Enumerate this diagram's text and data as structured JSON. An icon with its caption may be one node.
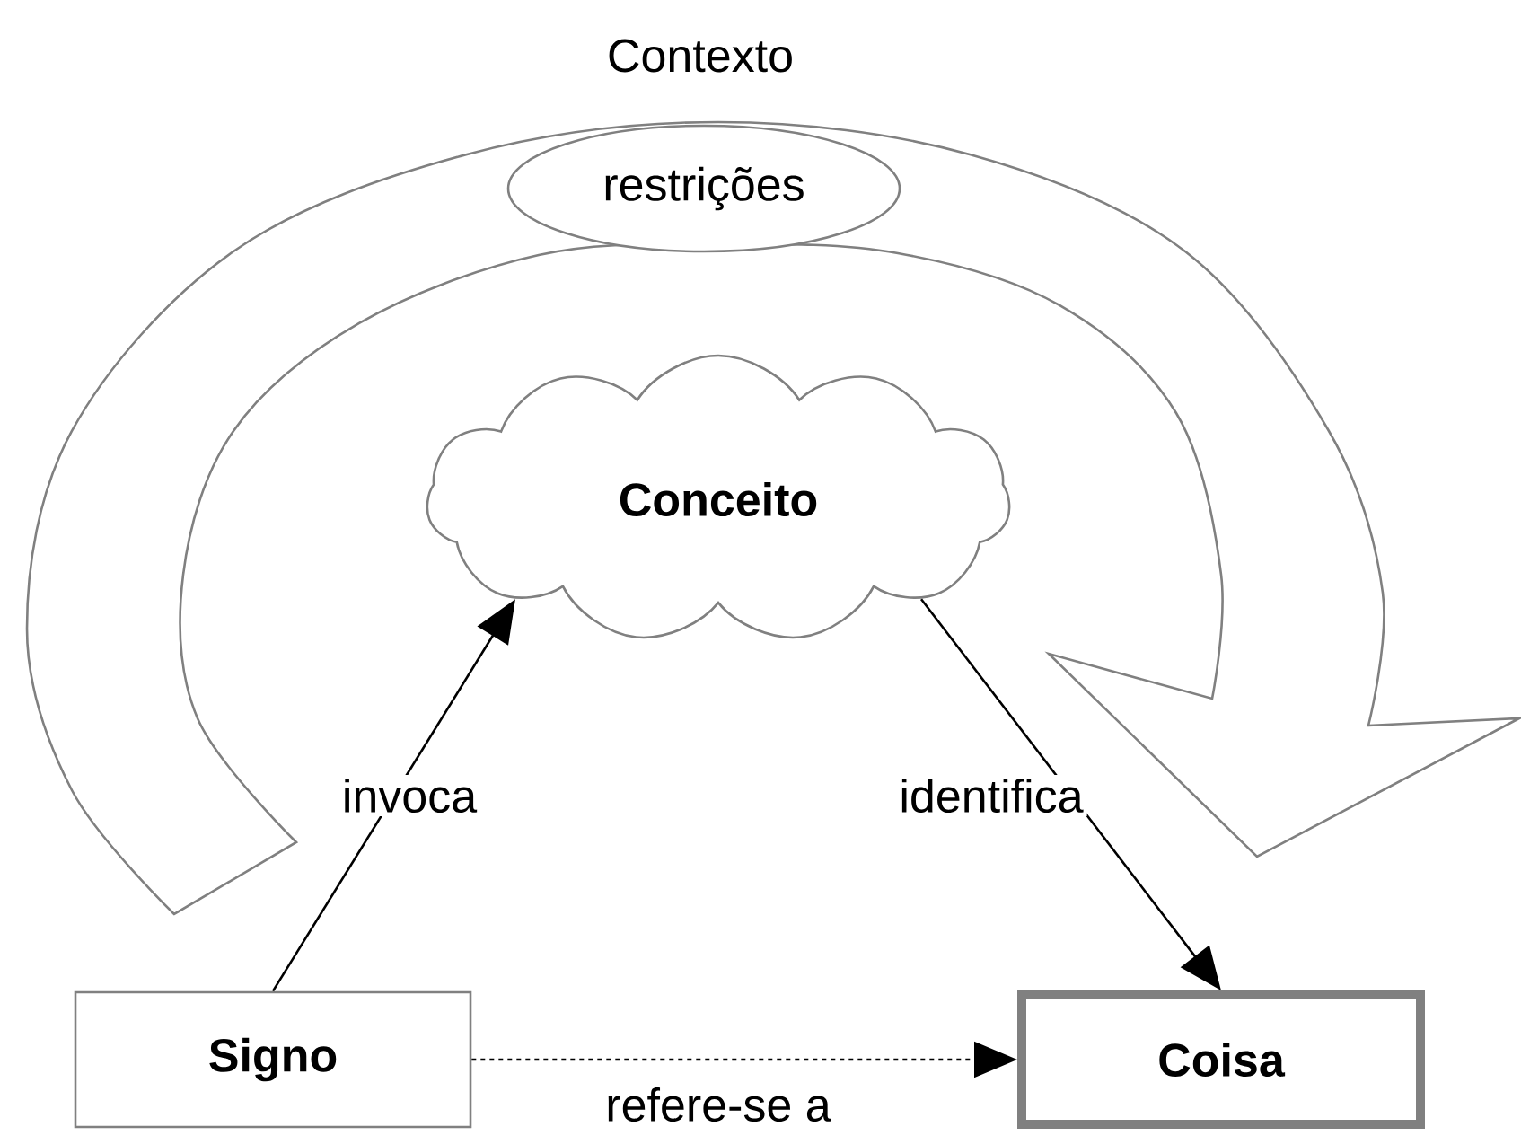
{
  "diagram": {
    "nodes": [
      {
        "text": [
          "restrições"
        ]
      },
      {
        "text": [
          "Conceito"
        ]
      },
      {
        "text": [
          "Signo"
        ]
      },
      {
        "text": [
          "Coisa"
        ]
      }
    ],
    "edges": [
      {
        "from": 2,
        "to": 1,
        "arrow": "to",
        "label": "invoca"
      },
      {
        "from": 1,
        "to": 3,
        "arrow": "to",
        "label": "identifica"
      },
      {
        "from": 2,
        "to": 3,
        "arrow": "to",
        "label": "refere-se a",
        "style": "dashed"
      }
    ],
    "labels": [
      "Contexto"
    ]
  }
}
